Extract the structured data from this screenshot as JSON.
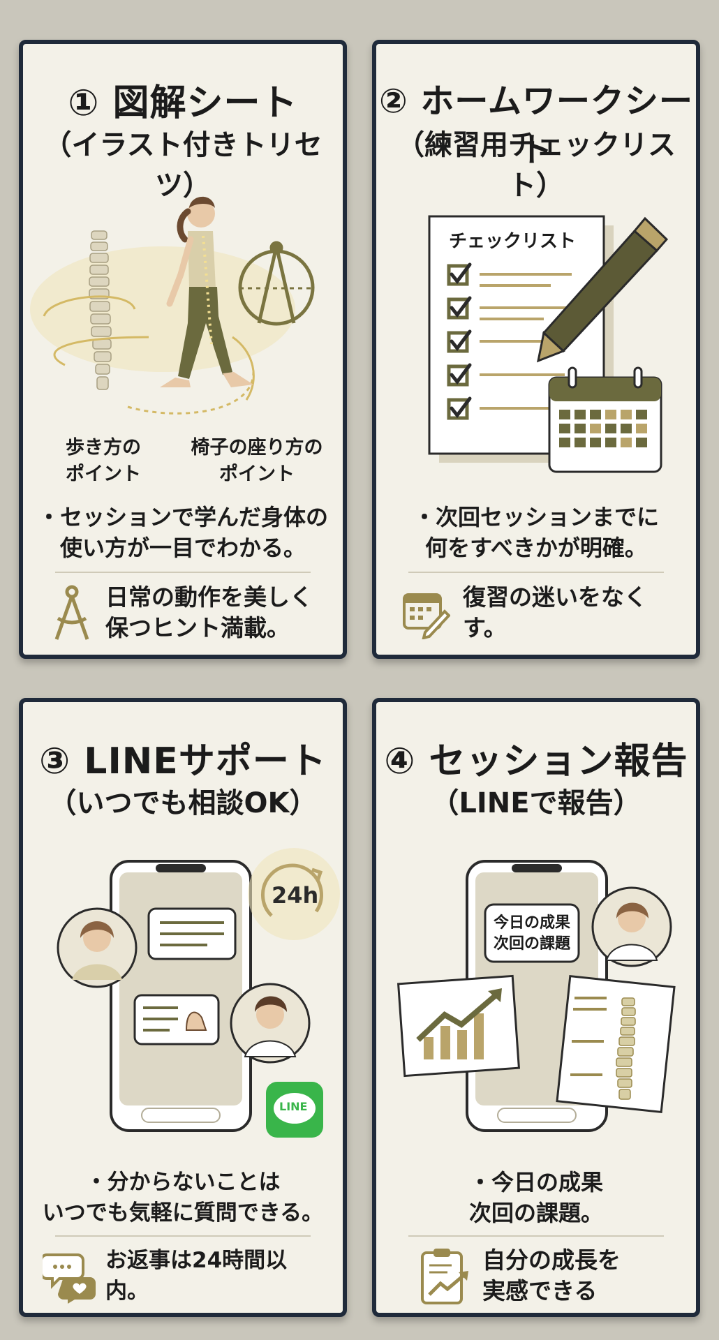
{
  "cards": [
    {
      "title": "① 図解シート",
      "subtitle": "（イラスト付きトリセツ）",
      "labels": [
        "歩き方の\nポイント",
        "椅子の座り方の\nポイント"
      ],
      "bullet": "・セッションで学んだ身体の\n使い方が一目でわかる。",
      "footer": "日常の動作を美しく\n保つヒント満載。",
      "icons": [
        "spine-icon",
        "walking-woman-icon",
        "compass-icon"
      ],
      "footer_icon": "compass-icon"
    },
    {
      "title": "② ホームワークシート",
      "subtitle": "（練習用チェックリスト）",
      "checklist_title": "チェックリスト",
      "bullet": "・次回セッションまでに\n何をすべきかが明確。",
      "footer": "復習の迷いをなくす。",
      "icons": [
        "checklist-icon",
        "fountain-pen-icon",
        "calendar-icon"
      ],
      "footer_icon": "calendar-pen-icon"
    },
    {
      "title": "③ LINEサポート",
      "subtitle": "（いつでも相談OK）",
      "badge_24h": "24h",
      "line_logo": "LINE",
      "bullet": "・分からないことは\nいつでも気軽に質問できる。",
      "footer": "お返事は24時間以内。",
      "icons": [
        "smartphone-icon",
        "chat-bubble-icon",
        "clock-24h-icon",
        "line-logo-icon"
      ],
      "footer_icon": "chat-heart-icon"
    },
    {
      "title": "④ セッション報告",
      "subtitle": "（LINEで報告）",
      "bubble": "今日の成果\n次回の課題",
      "bullet": "・今日の成果\n次回の課題。",
      "footer": "自分の成長を\n実感できる",
      "icons": [
        "smartphone-icon",
        "growth-chart-icon",
        "spine-report-icon"
      ],
      "footer_icon": "clipboard-growth-icon"
    }
  ],
  "colors": {
    "card_bg": "#f3f1e8",
    "border": "#1f2a3a",
    "olive": "#6b6a3e",
    "gold": "#b9a46a",
    "line_green": "#39b54a"
  }
}
